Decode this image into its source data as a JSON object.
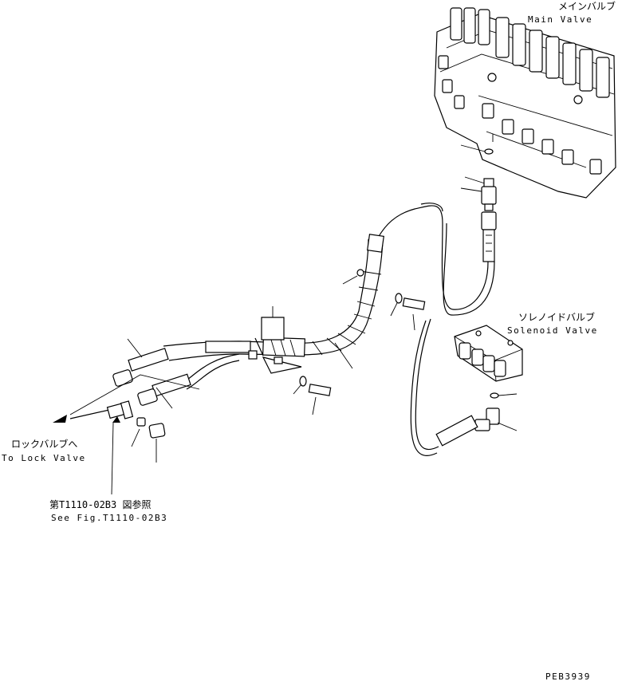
{
  "labels": {
    "main_valve_jp": "メインバルブ",
    "main_valve_en": "Main Valve",
    "solenoid_valve_jp": "ソレノイドバルブ",
    "solenoid_valve_en": "Solenoid Valve",
    "lock_valve_jp": "ロックバルブへ",
    "lock_valve_en": "To Lock Valve",
    "see_fig_jp": "第T1110-02B3 図参照",
    "see_fig_en": "See Fig.T1110-02B3",
    "drawing_code": "PEB3939"
  },
  "icons": [
    "main-valve-drawing",
    "solenoid-valve-drawing",
    "hose-drawing",
    "fitting-drawing",
    "bolt-drawing",
    "washer-drawing"
  ]
}
